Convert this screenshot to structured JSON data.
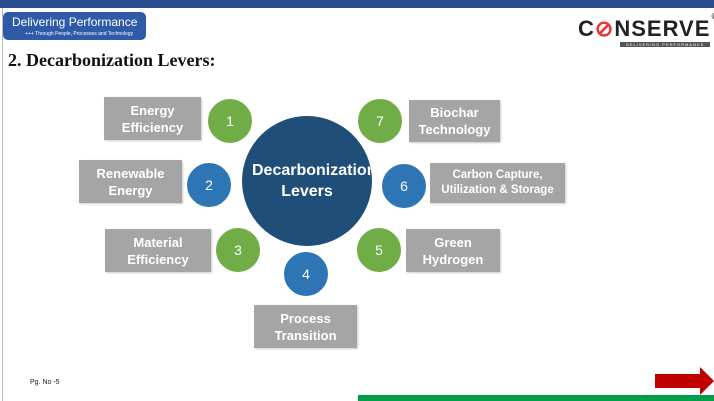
{
  "header": {
    "badge_title": "Delivering Performance",
    "badge_subtitle": "+++ Through People, Processes and Technology",
    "logo_text": "CONSERVE",
    "logo_tagline": "DELIVERING PERFORMANCE",
    "logo_registered": "®"
  },
  "title": "2. Decarbonization Levers:",
  "center": "Decarbonization Levers",
  "levers": [
    {
      "num": "1",
      "label": "Energy Efficiency"
    },
    {
      "num": "2",
      "label": "Renewable Energy"
    },
    {
      "num": "3",
      "label": "Material Efficiency"
    },
    {
      "num": "4",
      "label": "Process Transition"
    },
    {
      "num": "5",
      "label": "Green Hydrogen"
    },
    {
      "num": "6",
      "label": "Carbon Capture, Utilization & Storage"
    },
    {
      "num": "7",
      "label": "Biochar Technology"
    }
  ],
  "footer": {
    "page": "Pg. No -5"
  },
  "colors": {
    "green": "#70ad47",
    "blue": "#2e75b6",
    "center": "#1f4e79",
    "box": "#a5a5a5"
  }
}
